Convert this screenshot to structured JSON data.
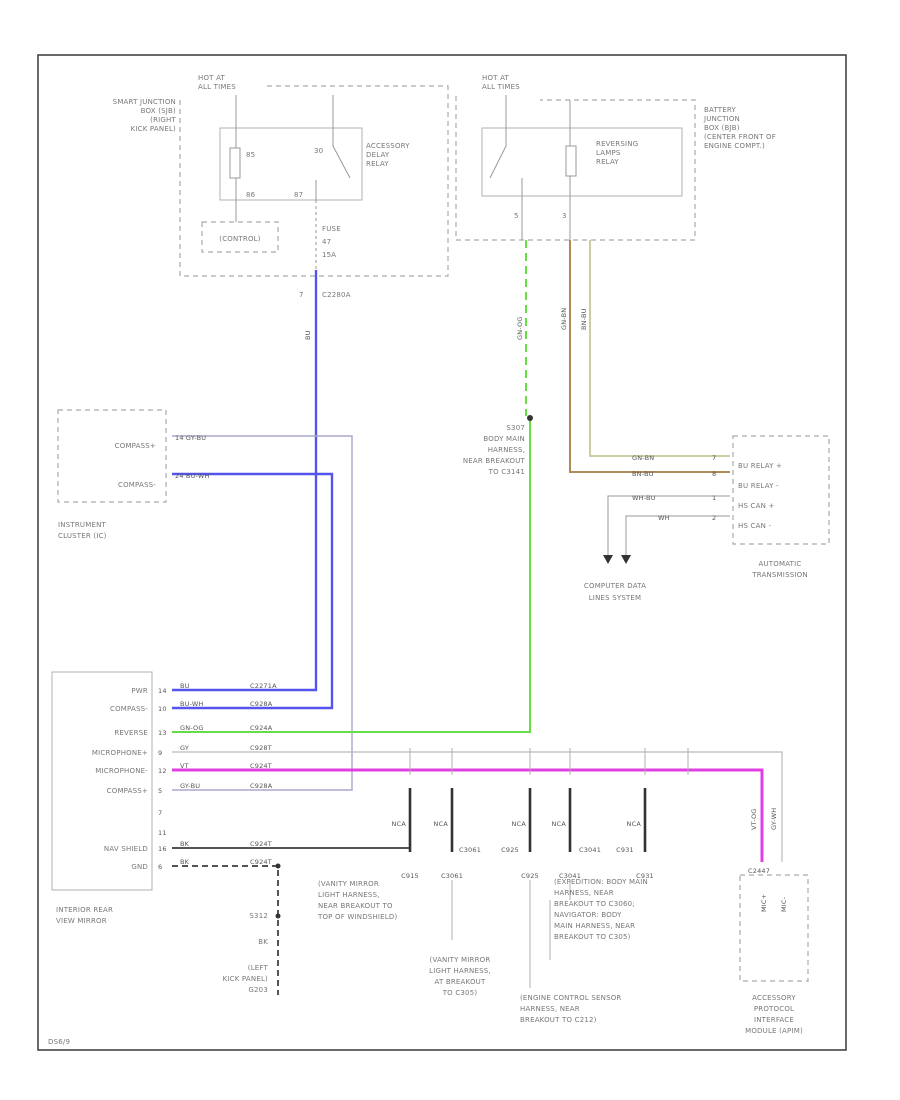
{
  "diagram_id": "DS6/9",
  "smart_junction": {
    "hot_label": [
      "HOT AT",
      "ALL TIMES"
    ],
    "name": [
      "SMART JUNCTION",
      "BOX (SJB)",
      "(RIGHT",
      "KICK PANEL)"
    ],
    "pins": [
      "85",
      "30",
      "86",
      "87"
    ],
    "relay_name": [
      "ACCESSORY",
      "DELAY",
      "RELAY"
    ],
    "control_label": "(CONTROL)",
    "fuse_label": [
      "FUSE",
      "47",
      "15A"
    ],
    "connector": "C2280A",
    "pin_7": "7"
  },
  "battery_junction": {
    "hot_label": [
      "HOT AT",
      "ALL TIMES"
    ],
    "name": [
      "BATTERY",
      "JUNCTION",
      "BOX (BJB)",
      "(CENTER FRONT OF",
      "ENGINE COMPT.)"
    ],
    "relay_name": [
      "REVERSING",
      "LAMPS",
      "RELAY"
    ],
    "pin_a": "5",
    "pin_b": "3"
  },
  "wire_colors": {
    "bu": "#5555ee",
    "gn": "#66dd44",
    "vt": "#e040e0",
    "gn_bn": "#b08b5a",
    "bn_bu": "#c8c79a",
    "bk": "#444444",
    "gy": "#aaaaaa"
  },
  "wires": {
    "bu_vertical": "BU",
    "gn_og_vertical": "GN-OG",
    "gn_bn_vertical": "GN-BN",
    "bn_bu_vertical": "BN-BU",
    "vt_vertical": "VT-OG",
    "gy_vertical": "GY-WH"
  },
  "splice": {
    "name": "S307",
    "desc": [
      "BODY MAIN",
      "HARNESS,",
      "NEAR BREAKOUT",
      "TO C3141"
    ]
  },
  "instrument_cluster": {
    "name": [
      "INSTRUMENT",
      "CLUSTER (IC)"
    ],
    "pins": [
      "COMPASS+",
      "COMPASS-"
    ],
    "wires": [
      "14  GY-BU",
      "24  BU-WH"
    ]
  },
  "transmission": {
    "name": [
      "AUTOMATIC",
      "TRANSMISSION"
    ],
    "pins": [
      "BU RELAY +",
      "BU RELAY -",
      "HS CAN +",
      "HS CAN -"
    ],
    "wires": [
      "GN-BN",
      "BN-BU",
      "WH-BU",
      "WH"
    ],
    "pin_numbers": [
      "7",
      "8",
      "1",
      "2"
    ]
  },
  "computer_data": [
    "COMPUTER DATA",
    "LINES SYSTEM"
  ],
  "mirror": {
    "name": [
      "INTERIOR REAR",
      "VIEW MIRROR"
    ],
    "pins": [
      "PWR",
      "COMPASS-",
      "REVERSE",
      "MICROPHONE+",
      "MICROPHONE-",
      "COMPASS+",
      "",
      "",
      "NAV SHIELD",
      "GND"
    ],
    "pin_numbers": [
      "14",
      "10",
      "13",
      "9",
      "12",
      "5",
      "7",
      "11",
      "16",
      "6"
    ],
    "wire_colors": [
      "BU",
      "BU-WH",
      "GN-OG",
      "GY",
      "VT",
      "GY-BU",
      "",
      "",
      "BK",
      "BK"
    ],
    "connectors": [
      "C2271A",
      "C928A",
      "C924A",
      "C928T",
      "C924T",
      "C928A",
      "",
      "",
      "C924T",
      "C924T"
    ]
  },
  "ground": {
    "splice": "S312",
    "wire": "BK",
    "location": [
      "(LEFT",
      "KICK PANEL)"
    ],
    "ground_id": "G203"
  },
  "nca": "NCA",
  "bottom_connectors": [
    "C915",
    "C3061",
    "C925",
    "C3041",
    "C931"
  ],
  "bottom_tags": [
    "C3061",
    "C925",
    "C3041",
    "C931"
  ],
  "notes": {
    "c915": [
      "(VANITY MIRROR",
      "LIGHT HARNESS,",
      "NEAR BREAKOUT TO",
      "TOP OF WINDSHIELD)"
    ],
    "c3061": [
      "(VANITY MIRROR",
      "LIGHT HARNESS,",
      "AT BREAKOUT",
      "TO C305)"
    ],
    "c925": [
      "(ENGINE CONTROL SENSOR",
      "HARNESS, NEAR",
      "BREAKOUT TO C212)"
    ],
    "c3041": [
      "(EXPEDITION: BODY MAIN",
      "HARNESS, NEAR",
      "BREAKOUT TO C3060;",
      "NAVIGATOR: BODY",
      "MAIN HARNESS, NEAR",
      "BREAKOUT TO C305)"
    ]
  },
  "apim": {
    "connector": "C2447",
    "pins": [
      "MIC+",
      "MIC-"
    ],
    "name": [
      "ACCESSORY",
      "PROTOCOL",
      "INTERFACE",
      "MODULE (APIM)"
    ]
  }
}
